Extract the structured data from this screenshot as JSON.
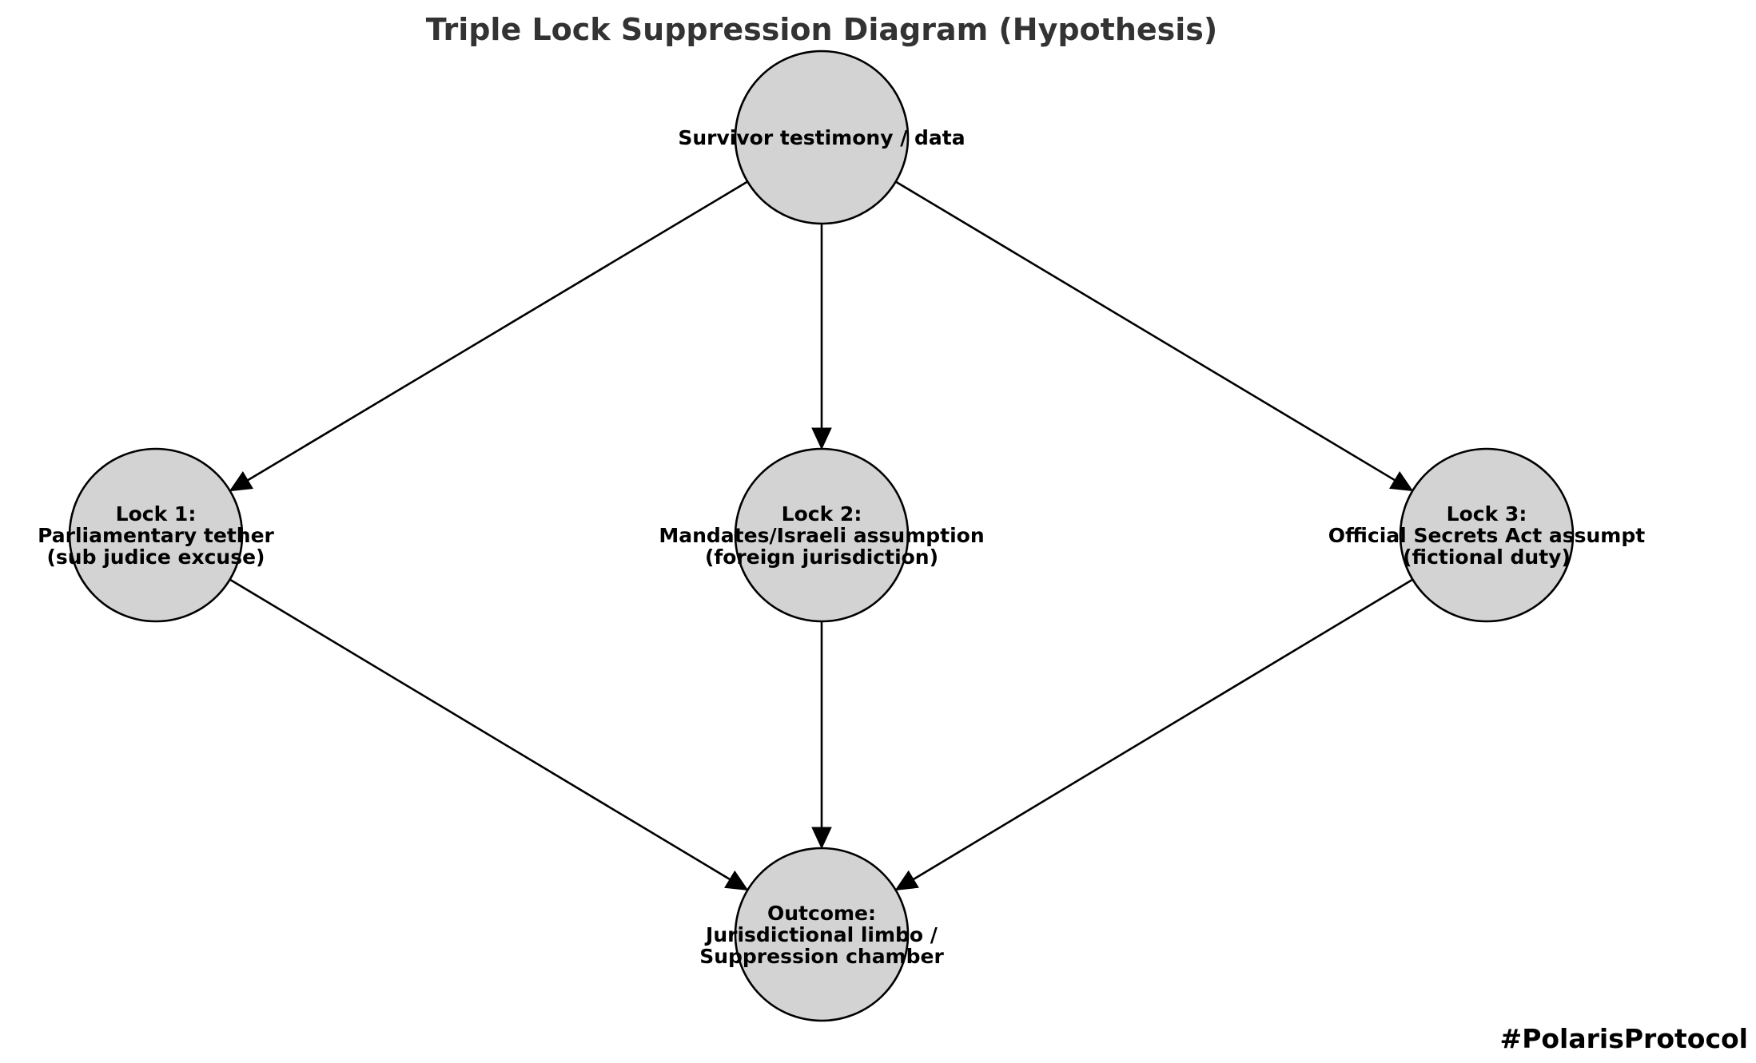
{
  "title": "Triple Lock Suppression Diagram (Hypothesis)",
  "watermark": "#PolarisProtocol",
  "colors": {
    "node_fill": "#d3d3d3",
    "node_stroke": "#000000",
    "edge": "#000000",
    "title": "#333333"
  },
  "nodes": [
    {
      "id": "survivor",
      "label_lines": [
        "Survivor testimony / data"
      ]
    },
    {
      "id": "lock1",
      "label_lines": [
        "Lock 1:",
        "Parliamentary tether",
        "(sub judice excuse)"
      ]
    },
    {
      "id": "lock2",
      "label_lines": [
        "Lock 2:",
        "Mandates/Israeli assumption",
        "(foreign jurisdiction)"
      ]
    },
    {
      "id": "lock3",
      "label_lines": [
        "Lock 3:",
        "Official Secrets Act assumpt",
        "(fictional duty)"
      ]
    },
    {
      "id": "outcome",
      "label_lines": [
        "Outcome:",
        "Jurisdictional limbo /",
        "Suppression chamber"
      ]
    }
  ],
  "edges": [
    {
      "from": "survivor",
      "to": "lock1"
    },
    {
      "from": "survivor",
      "to": "lock2"
    },
    {
      "from": "survivor",
      "to": "lock3"
    },
    {
      "from": "lock1",
      "to": "outcome"
    },
    {
      "from": "lock2",
      "to": "outcome"
    },
    {
      "from": "lock3",
      "to": "outcome"
    }
  ]
}
